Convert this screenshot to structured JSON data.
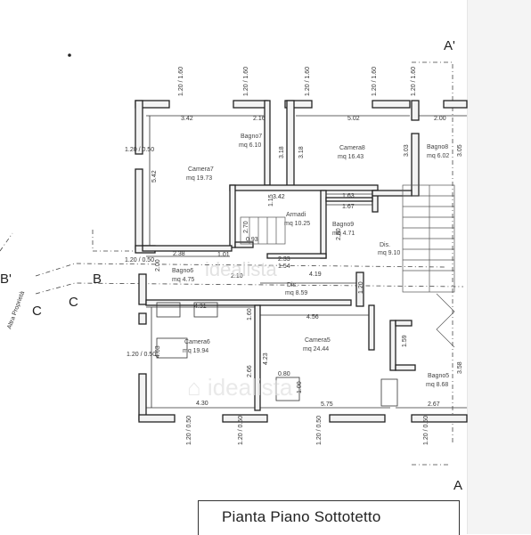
{
  "title": "Pianta Piano Sottotetto",
  "watermark": "idealista",
  "watermark2": "⌂ idealista",
  "rooms": [
    {
      "id": "camera7",
      "name": "Camera7",
      "area": "mq 19.73"
    },
    {
      "id": "bagno7",
      "name": "Bagno7",
      "area": "mq 6.10"
    },
    {
      "id": "camera8",
      "name": "Camera8",
      "area": "mq 16.43"
    },
    {
      "id": "bagno8",
      "name": "Bagno8",
      "area": "mq 6.02"
    },
    {
      "id": "armadi",
      "name": "Armadi",
      "area": "mq 10.25"
    },
    {
      "id": "bagno9",
      "name": "Bagno9",
      "area": "mq 4.71"
    },
    {
      "id": "dis1",
      "name": "Dis.",
      "area": "mq 9.10"
    },
    {
      "id": "bagno6",
      "name": "Bagno6",
      "area": "mq 4.75"
    },
    {
      "id": "dis2",
      "name": "Dis.",
      "area": "mq 8.59"
    },
    {
      "id": "camera6",
      "name": "Camera6",
      "area": "mq 19.94"
    },
    {
      "id": "camera5",
      "name": "Camera5",
      "area": "mq 24.44"
    },
    {
      "id": "bagno5",
      "name": "Bagno5",
      "area": "mq 8.68"
    }
  ],
  "dimensions": {
    "d342": "3.42",
    "d216": "2.16",
    "d502": "5.02",
    "d200a": "2.00",
    "d542": "5.42",
    "d318a": "3.18",
    "d318b": "3.18",
    "d303": "3.03",
    "d305": "3.05",
    "d342b": "3.42",
    "d163": "1.63",
    "d167": "1.67",
    "d115": "1.15",
    "d270": "2.70",
    "d093": "0.93",
    "d280": "2.80",
    "d101": "1.01",
    "d233": "2.33",
    "d154": "1.54",
    "d238": "2.38",
    "d200b": "2.00",
    "d210": "2.10",
    "d419": "4.19",
    "d120c": "1.20",
    "d431": "4.31",
    "d160": "1.60",
    "d456": "4.56",
    "d463": "4.63",
    "d423": "4.23",
    "d159": "1.59",
    "d266": "2.66",
    "d080": "0.80",
    "d100": "1.00",
    "d358": "3.58",
    "d430": "4.30",
    "d575": "5.75",
    "d267": "2.67"
  },
  "windows": {
    "w_top1": "1.20 / 1.60",
    "w_top2": "1.20 / 1.60",
    "w_top3": "1.20 / 1.60",
    "w_top4": "1.20 / 1.60",
    "w_top5": "1.20 / 1.60",
    "w_l1": "1.20 / 0.50",
    "w_l2": "1.20 / 0.50",
    "w_l3": "1.20 / 0.50",
    "w_b1": "1.20 / 0.50",
    "w_b2": "1.20 / 0.50",
    "w_b3": "1.20 / 0.50",
    "w_b4": "1.20 / 0.50"
  },
  "sections": {
    "a_top": "A'",
    "a_bottom": "A",
    "b_left": "B'",
    "b_mid": "B",
    "c_left": "C",
    "c_mid": "C"
  },
  "side_note": "Altra Proprietà"
}
